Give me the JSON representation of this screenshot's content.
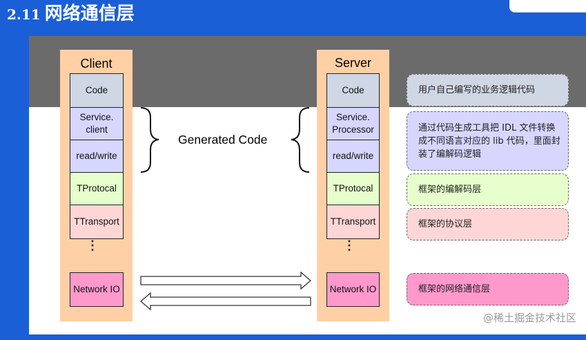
{
  "slide": {
    "number": "2.11",
    "title": "网络通信层"
  },
  "client": {
    "title": "Client",
    "layers": [
      "Code",
      "Service.\nclient",
      "read/write",
      "TProtocal",
      "TTransport",
      "Network IO"
    ]
  },
  "server": {
    "title": "Server",
    "layers": [
      "Code",
      "Service.\nProcessor",
      "read/write",
      "TProtocal",
      "TTransport",
      "Network IO"
    ]
  },
  "dots": "⋮",
  "generated_code_label": "Generated Code",
  "descriptions": {
    "code": "用户自己编写的业务逻辑代码",
    "generated": "通过代码生成工具把 IDL 文件转换成不同语言对应的 lib 代码，里面封装了编解码逻辑",
    "protocol": "框架的编解码层",
    "transport": "框架的协议层",
    "network": "框架的网络通信层"
  },
  "watermark": "@稀土掘金技术社区",
  "colors": {
    "slide_bg": "#1a5fd6",
    "column_bg": "#ffd0a6",
    "code": "#cfd6e4",
    "service": "#d6d6ff",
    "protocol": "#e6ffcc",
    "transport": "#ffd6d6",
    "network": "#ff99cc"
  }
}
